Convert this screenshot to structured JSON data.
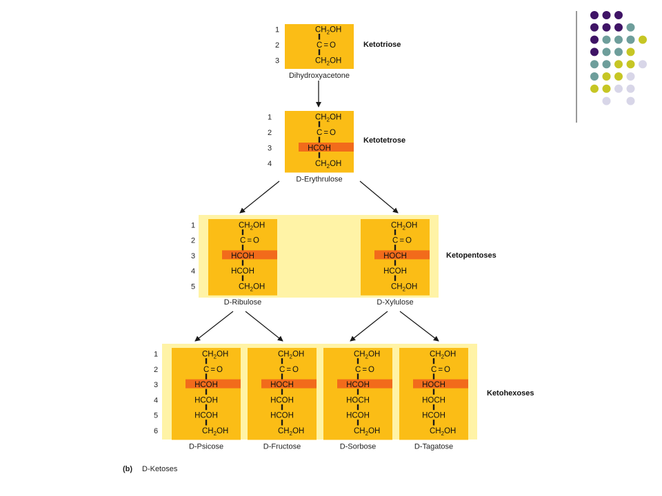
{
  "colors": {
    "card": "#fbbd16",
    "panel": "#fff3a6",
    "highlight": "#f26b1b",
    "bond": "#1a1a1a",
    "dot_purple": "#3f1466",
    "dot_teal": "#6e9e9b",
    "dot_olive": "#c6c624",
    "dot_lavender": "#d8d6e8",
    "divider": "#555555"
  },
  "dots": [
    [
      "purple",
      "purple",
      "purple",
      null,
      null
    ],
    [
      "purple",
      "purple",
      "purple",
      "teal",
      null
    ],
    [
      "purple",
      "teal",
      "teal",
      "teal",
      "olive"
    ],
    [
      "purple",
      "teal",
      "teal",
      "olive",
      null
    ],
    [
      "teal",
      "teal",
      "olive",
      "olive",
      "lavender"
    ],
    [
      "teal",
      "olive",
      "olive",
      "lavender",
      null
    ],
    [
      "olive",
      "olive",
      "lavender",
      "lavender",
      null
    ],
    [
      null,
      "lavender",
      null,
      "lavender",
      null
    ]
  ],
  "levels": [
    {
      "label": "Ketotriose",
      "carbons": [
        "1",
        "2",
        "3"
      ],
      "sugars": [
        {
          "name": "Dihydroxyacetone",
          "groups": [
            "CH2OH",
            "C=O",
            "CH2OH"
          ],
          "hl": []
        }
      ]
    },
    {
      "label": "Ketotetrose",
      "carbons": [
        "1",
        "2",
        "3",
        "4"
      ],
      "sugars": [
        {
          "name": "D-Erythrulose",
          "groups": [
            "CH2OH",
            "C=O",
            "HCOH",
            "CH2OH"
          ],
          "hl": [
            2
          ]
        }
      ]
    },
    {
      "label": "Ketopentoses",
      "carbons": [
        "1",
        "2",
        "3",
        "4",
        "5"
      ],
      "sugars": [
        {
          "name": "D-Ribulose",
          "groups": [
            "CH2OH",
            "C=O",
            "HCOH",
            "HCOH",
            "CH2OH"
          ],
          "hl": [
            2
          ]
        },
        {
          "name": "D-Xylulose",
          "groups": [
            "CH2OH",
            "C=O",
            "HOCH",
            "HCOH",
            "CH2OH"
          ],
          "hl": [
            2
          ]
        }
      ]
    },
    {
      "label": "Ketohexoses",
      "carbons": [
        "1",
        "2",
        "3",
        "4",
        "5",
        "6"
      ],
      "sugars": [
        {
          "name": "D-Psicose",
          "groups": [
            "CH2OH",
            "C=O",
            "HCOH",
            "HCOH",
            "HCOH",
            "CH2OH"
          ],
          "hl": [
            2
          ]
        },
        {
          "name": "D-Fructose",
          "groups": [
            "CH2OH",
            "C=O",
            "HOCH",
            "HCOH",
            "HCOH",
            "CH2OH"
          ],
          "hl": [
            2
          ]
        },
        {
          "name": "D-Sorbose",
          "groups": [
            "CH2OH",
            "C=O",
            "HCOH",
            "HOCH",
            "HCOH",
            "CH2OH"
          ],
          "hl": [
            2
          ]
        },
        {
          "name": "D-Tagatose",
          "groups": [
            "CH2OH",
            "C=O",
            "HOCH",
            "HOCH",
            "HCOH",
            "CH2OH"
          ],
          "hl": [
            2
          ]
        }
      ]
    }
  ],
  "caption": {
    "part": "(b)",
    "text": "D-Ketoses"
  }
}
